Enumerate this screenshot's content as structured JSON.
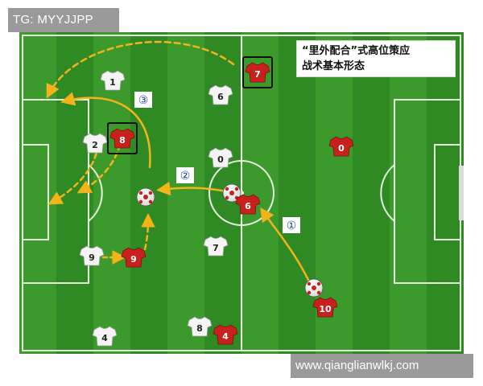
{
  "watermark_top": "TG: MYYJJPP",
  "watermark_bottom": "www.qianglianwlkj.com",
  "title": {
    "line1": "“里外配合”式高位策应",
    "line2": "战术基本形态"
  },
  "colors": {
    "pitch_stripe_dark": "#2f8a24",
    "pitch_stripe_light": "#3c9a2c",
    "lines": "#e8f2e0",
    "arrow": "#f5b31a",
    "red_shirt": "#c8201c",
    "white_shirt": "#f4f4f4",
    "step_label": "#1f3fa6"
  },
  "players": [
    {
      "team": "white",
      "number": "1"
    },
    {
      "team": "white",
      "number": "6"
    },
    {
      "team": "white",
      "number": "2"
    },
    {
      "team": "white",
      "number": "0"
    },
    {
      "team": "white",
      "number": "9"
    },
    {
      "team": "white",
      "number": "7"
    },
    {
      "team": "white",
      "number": "8"
    },
    {
      "team": "white",
      "number": "4"
    },
    {
      "team": "red",
      "number": "7",
      "highlighted": true
    },
    {
      "team": "red",
      "number": "8",
      "highlighted": true
    },
    {
      "team": "red",
      "number": "0"
    },
    {
      "team": "red",
      "number": "6"
    },
    {
      "team": "red",
      "number": "9"
    },
    {
      "team": "red",
      "number": "10"
    },
    {
      "team": "red",
      "number": "4"
    }
  ],
  "steps": [
    "①",
    "②",
    "③"
  ],
  "balls": 3
}
